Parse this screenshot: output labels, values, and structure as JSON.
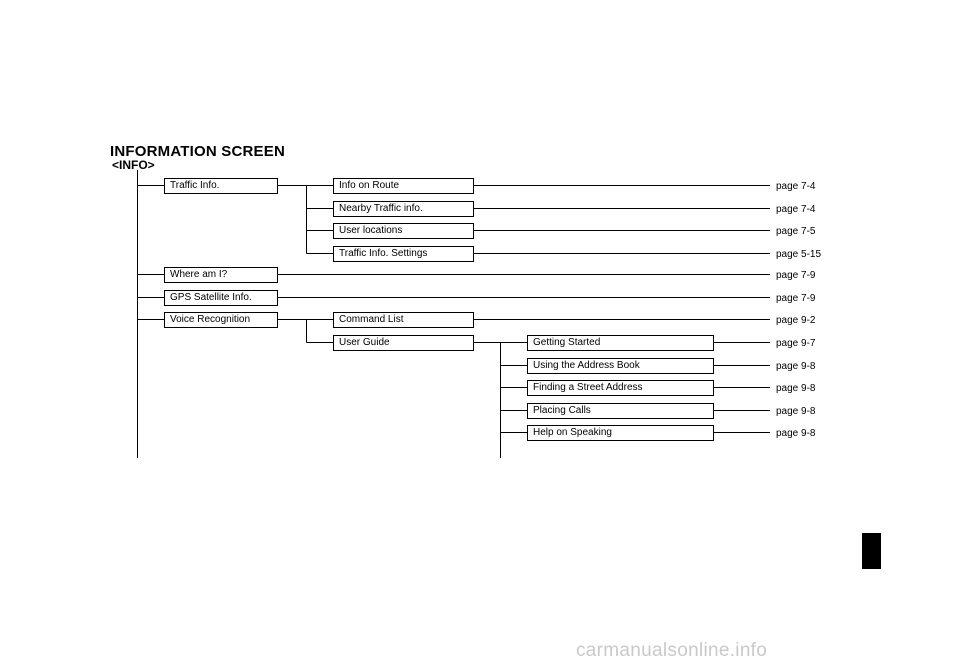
{
  "title": "INFORMATION SCREEN",
  "root_label": "<INFO>",
  "menu": {
    "traffic_info": {
      "label": "Traffic Info.",
      "children": {
        "info_on_route": {
          "label": "Info on Route",
          "page": "page 7-4"
        },
        "nearby_traffic": {
          "label": "Nearby Traffic info.",
          "page": "page 7-4"
        },
        "user_locations": {
          "label": "User locations",
          "page": "page 7-5"
        },
        "traffic_settings": {
          "label": "Traffic Info. Settings",
          "page": "page 5-15"
        }
      }
    },
    "where_am_i": {
      "label": "Where am I?",
      "page": "page 7-9"
    },
    "gps_satellite": {
      "label": "GPS Satellite Info.",
      "page": "page 7-9"
    },
    "voice_recognition": {
      "label": "Voice Recognition",
      "children": {
        "command_list": {
          "label": "Command List",
          "page": "page 9-2"
        },
        "user_guide": {
          "label": "User Guide",
          "children": {
            "getting_started": {
              "label": "Getting Started",
              "page": "page 9-7"
            },
            "address_book": {
              "label": "Using the Address Book",
              "page": "page 9-8"
            },
            "street_address": {
              "label": "Finding a Street Address",
              "page": "page 9-8"
            },
            "placing_calls": {
              "label": "Placing Calls",
              "page": "page 9-8"
            },
            "help_on_speaking": {
              "label": "Help on Speaking",
              "page": "page 9-8"
            }
          }
        }
      }
    }
  },
  "watermark": "carmanualsonline.info"
}
